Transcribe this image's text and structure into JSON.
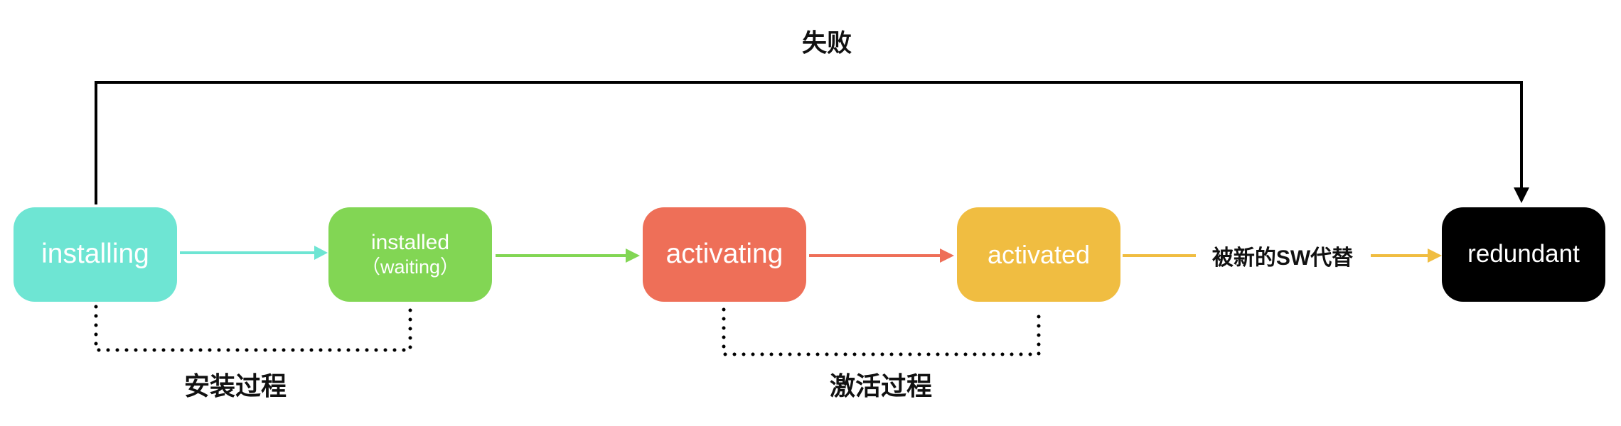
{
  "failure_label": "失败",
  "states": [
    {
      "label": "installing"
    },
    {
      "label": "installed",
      "sublabel": "（waiting）"
    },
    {
      "label": "activating"
    },
    {
      "label": "activated"
    },
    {
      "label": "redundant"
    }
  ],
  "transition_label": "被新的SW代替",
  "phases": {
    "install": "安装过程",
    "activate": "激活过程"
  },
  "colors": {
    "installing": "#6ee5d3",
    "installed": "#82d654",
    "activating": "#ee6f58",
    "activated": "#f0bd41",
    "redundant": "#000000",
    "line": "#000000"
  }
}
